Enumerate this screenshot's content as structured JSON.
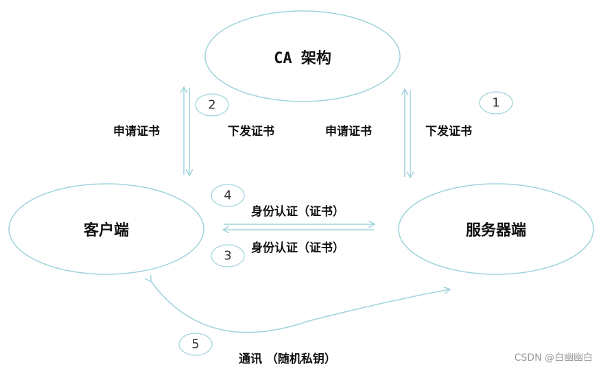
{
  "nodes": {
    "ca": "CA 架构",
    "client": "客户端",
    "server": "服务器端"
  },
  "steps": {
    "s1": "1",
    "s2": "2",
    "s3": "3",
    "s4": "4",
    "s5": "5"
  },
  "edges": {
    "client_request": "申请证书",
    "client_issue": "下发证书",
    "server_request": "申请证书",
    "server_issue": "下发证书",
    "auth_top": "身份认证（证书）",
    "auth_bottom": "身份认证（证书）",
    "communicate": "通讯  （随机私钥）"
  },
  "watermark": "CSDN @白幽幽白",
  "colors": {
    "ellipse_stroke": "#9fd3da",
    "arrow": "#9fd3da",
    "text": "#111111"
  }
}
